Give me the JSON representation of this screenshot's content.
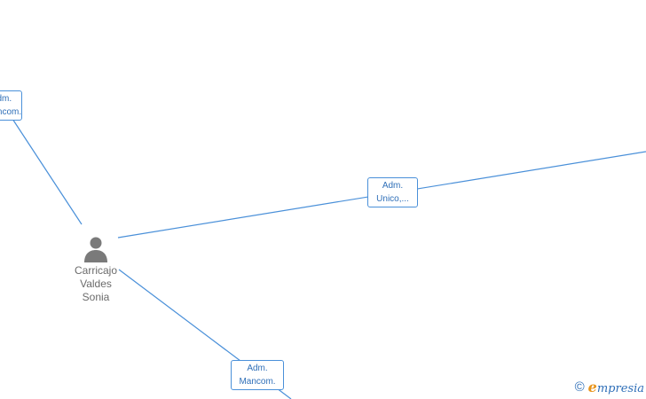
{
  "person": {
    "name_lines": [
      "Carricajo",
      "Valdes",
      "Sonia"
    ],
    "icon": "person-icon"
  },
  "edges": [
    {
      "lines": [
        "Adm.",
        "Mancom."
      ]
    },
    {
      "lines": [
        "Adm.",
        "Unico,..."
      ]
    },
    {
      "lines": [
        "Adm.",
        "Mancom."
      ]
    }
  ],
  "footer": {
    "copyright_symbol": "©",
    "brand_first": "e",
    "brand_rest": "mpresia"
  },
  "colors": {
    "edge": "#4a90d9",
    "label_text": "#2f6fb8",
    "person_icon": "#7a7a7a",
    "brand_accent": "#e8941a"
  }
}
